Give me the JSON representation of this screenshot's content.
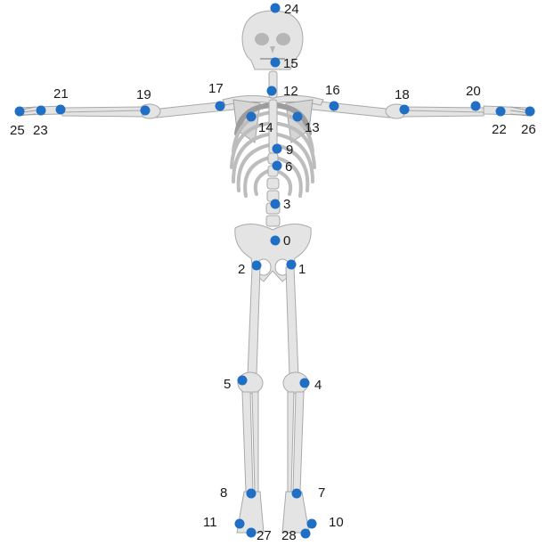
{
  "colors": {
    "joint": "#1f6fc4",
    "bone": "#e4e4e4",
    "bone_outline": "#a9a9a9",
    "label": "#1a1a1a"
  },
  "joints": [
    {
      "id": "0"
    },
    {
      "id": "1"
    },
    {
      "id": "2"
    },
    {
      "id": "3"
    },
    {
      "id": "4"
    },
    {
      "id": "5"
    },
    {
      "id": "6"
    },
    {
      "id": "7"
    },
    {
      "id": "8"
    },
    {
      "id": "9"
    },
    {
      "id": "10"
    },
    {
      "id": "11"
    },
    {
      "id": "12"
    },
    {
      "id": "13"
    },
    {
      "id": "14"
    },
    {
      "id": "15"
    },
    {
      "id": "16"
    },
    {
      "id": "17"
    },
    {
      "id": "18"
    },
    {
      "id": "19"
    },
    {
      "id": "20"
    },
    {
      "id": "21"
    },
    {
      "id": "22"
    },
    {
      "id": "23"
    },
    {
      "id": "24"
    },
    {
      "id": "25"
    },
    {
      "id": "26"
    },
    {
      "id": "27"
    },
    {
      "id": "28"
    }
  ]
}
